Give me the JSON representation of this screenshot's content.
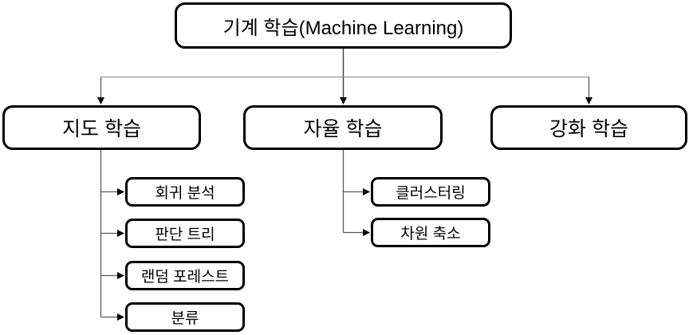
{
  "diagram": {
    "title": "Machine Learning taxonomy flowchart",
    "root": {
      "label": "기계 학습(Machine Learning)"
    },
    "branches": [
      {
        "label": "지도 학습",
        "children": [
          "회귀 분석",
          "판단 트리",
          "랜덤 포레스트",
          "분류"
        ]
      },
      {
        "label": "자율 학습",
        "children": [
          "클러스터링",
          "차원 축소"
        ]
      },
      {
        "label": "강화 학습",
        "children": []
      }
    ],
    "colors": {
      "background": "#ffffff",
      "node_fill": "#ffffff",
      "node_border": "#000000",
      "text": "#000000",
      "connector_dark": "#404040",
      "connector_gray": "#a6a6a6",
      "connector_mid": "#595959",
      "arrowhead": "#000000"
    }
  }
}
